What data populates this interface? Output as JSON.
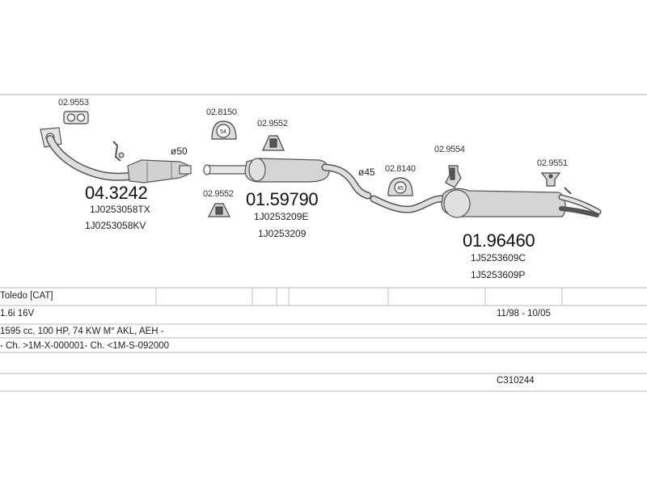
{
  "parts": [
    {
      "code": "04.3242",
      "oem": [
        "1J0253058TX",
        "1J0253058KV"
      ],
      "diameter": "ø50"
    },
    {
      "code": "01.59790",
      "oem": [
        "1J0253209E",
        "1J0253209"
      ],
      "diameter": "ø45"
    },
    {
      "code": "01.96460",
      "oem": [
        "1J5253609C",
        "1J5253609P"
      ]
    }
  ],
  "fittings": [
    "02.9553",
    "02.8150",
    "02.9552",
    "02.9552",
    "02.8140",
    "02.9554",
    "02.9551"
  ],
  "hanger_badges": {
    "badge_54": "54",
    "badge_45": "45"
  },
  "vehicle": {
    "model": "Toledo  [CAT]",
    "engine": "1.6i 16V",
    "years": "11/98 - 10/05",
    "specs": "1595 cc, 100 HP, 74 KW M° AKL, AEH -",
    "chassis": "- Ch. >1M-X-000001- Ch. <1M-S-092000",
    "catalog_ref": "C310244"
  },
  "colors": {
    "line": "#c8c8c8",
    "part": "#555555",
    "fill": "#d9d9d9"
  }
}
